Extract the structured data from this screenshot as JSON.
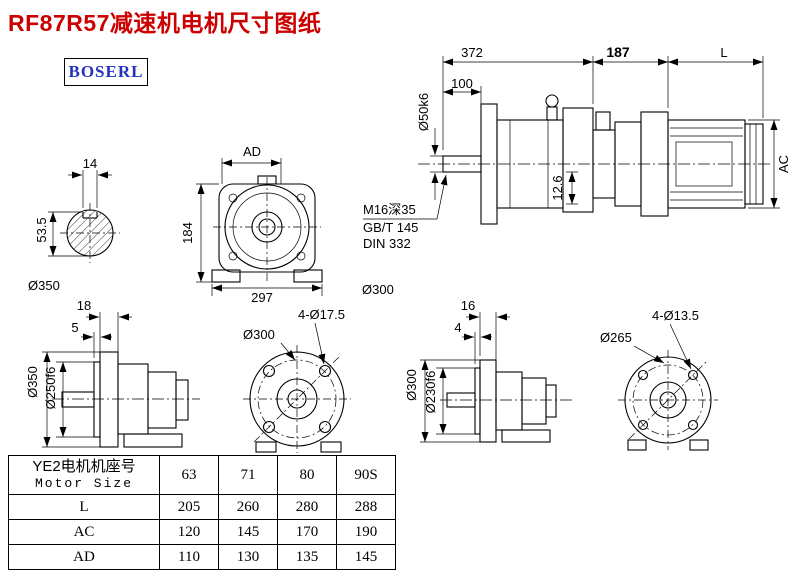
{
  "page": {
    "title": "RF87R57减速机电机尺寸图纸",
    "logo": "BOSERL"
  },
  "colors": {
    "title_red": "#cc0000",
    "logo_blue": "#2233bb",
    "line": "#000000"
  },
  "views": {
    "assembly": {
      "dim_372": "372",
      "dim_187": "187",
      "dim_l": "L",
      "dim_100": "100",
      "shaft_dia": "Ø50k6",
      "dim_ac": "AC",
      "dim_126": "12.6",
      "note_tap": "M16深35",
      "note_gbt": "GB/T 145",
      "note_din": "DIN 332"
    },
    "shaft_section": {
      "dim_14": "14",
      "dim_535": "53.5",
      "dim_350": "Ø350"
    },
    "front_face": {
      "dim_ad": "AD",
      "dim_184": "184",
      "dim_297": "297",
      "label_300": "Ø300"
    },
    "side_big": {
      "dim_18": "18",
      "dim_5": "5",
      "dim_350": "Ø350",
      "dim_250": "Ø250f6"
    },
    "flange_big": {
      "holes": "4-Ø17.5",
      "bolt_circle": "Ø300"
    },
    "side_small": {
      "dim_16": "16",
      "dim_4": "4",
      "dim_300": "Ø300",
      "dim_230": "Ø230f6"
    },
    "flange_small": {
      "holes": "4-Ø13.5",
      "bolt_circle": "Ø265"
    }
  },
  "table": {
    "header_cn": "YE2电机机座号",
    "header_en": "Motor Size",
    "columns": [
      "63",
      "71",
      "80",
      "90S"
    ],
    "rows": [
      {
        "label": "L",
        "values": [
          "205",
          "260",
          "280",
          "288"
        ]
      },
      {
        "label": "AC",
        "values": [
          "120",
          "145",
          "170",
          "190"
        ]
      },
      {
        "label": "AD",
        "values": [
          "110",
          "130",
          "135",
          "145"
        ]
      }
    ]
  }
}
